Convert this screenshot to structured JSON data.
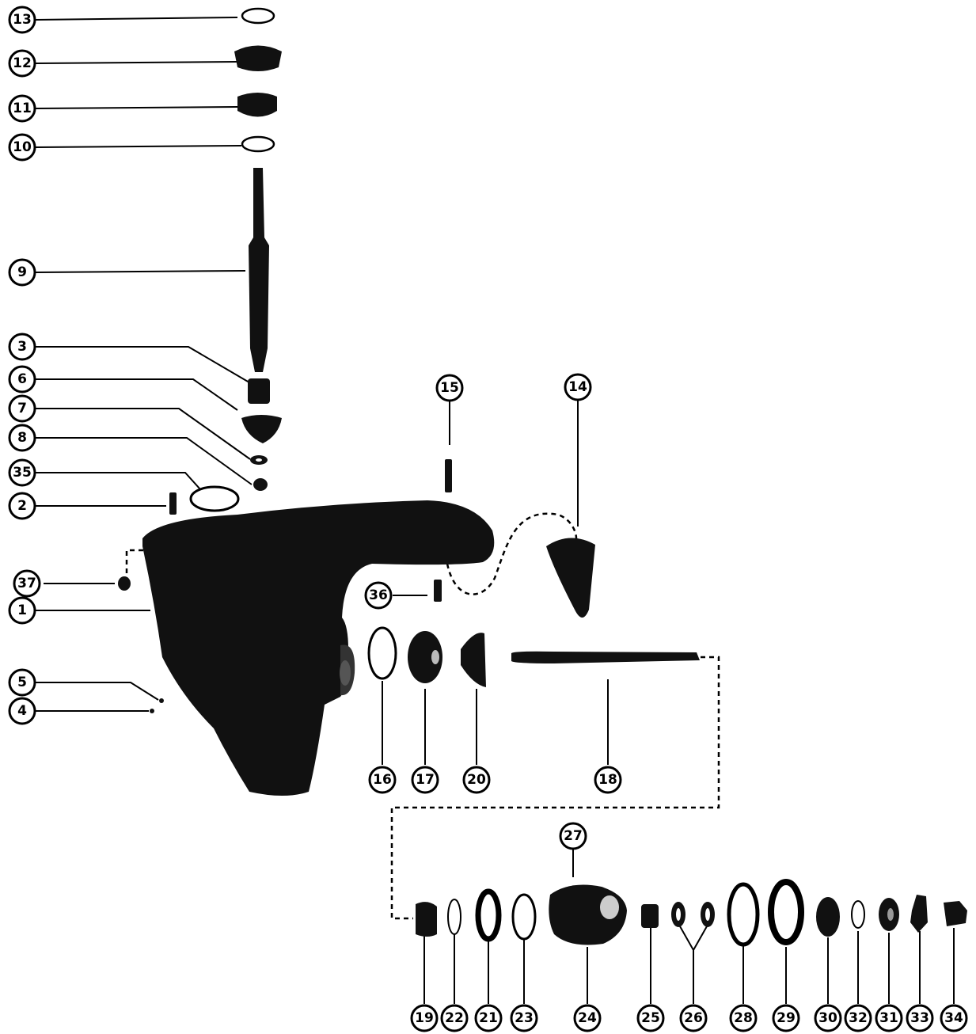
{
  "diagram": {
    "colors": {
      "ink": "#000000",
      "part": "#111111",
      "paper": "#ffffff"
    },
    "callouts": {
      "c13": "13",
      "c12": "12",
      "c11": "11",
      "c10": "10",
      "c9": "9",
      "c3": "3",
      "c6": "6",
      "c7": "7",
      "c8": "8",
      "c35": "35",
      "c2": "2",
      "c37": "37",
      "c1": "1",
      "c5": "5",
      "c4": "4",
      "c15": "15",
      "c14": "14",
      "c36": "36",
      "c16": "16",
      "c17": "17",
      "c20": "20",
      "c18": "18",
      "c27": "27",
      "c19": "19",
      "c22": "22",
      "c21": "21",
      "c23": "23",
      "c24": "24",
      "c25": "25",
      "c26": "26",
      "c28": "28",
      "c29": "29",
      "c30": "30",
      "c32": "32",
      "c31": "31",
      "c33": "33",
      "c34": "34"
    }
  }
}
